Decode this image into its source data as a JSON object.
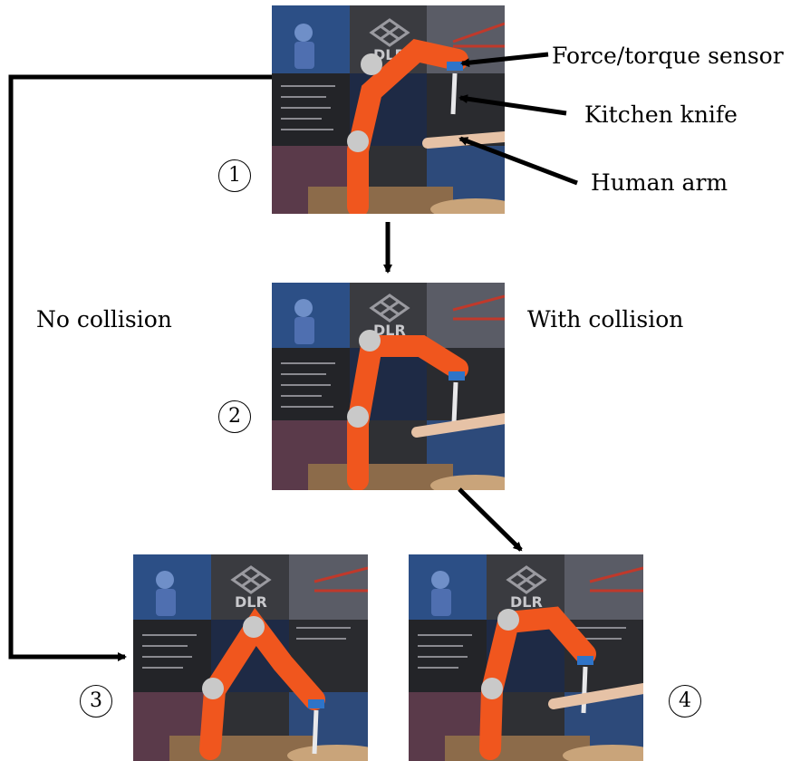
{
  "labels": {
    "force_sensor": "Force/torque sensor",
    "kitchen_knife": "Kitchen knife",
    "human_arm": "Human arm",
    "no_collision": "No collision",
    "with_collision": "With collision"
  },
  "panels": [
    {
      "number": "1",
      "logo": "DLR"
    },
    {
      "number": "2",
      "logo": "DLR"
    },
    {
      "number": "3",
      "logo": "DLR"
    },
    {
      "number": "4",
      "logo": "DLR"
    }
  ],
  "colors": {
    "robot_orange": "#f0561e",
    "joint_silver": "#c9c9c9",
    "poster_dark": "#2b2b2e",
    "poster_blue": "#2c4f86",
    "table_wood": "#c9a47a",
    "sensor_blue": "#2f74c8",
    "arrow": "#000000"
  }
}
